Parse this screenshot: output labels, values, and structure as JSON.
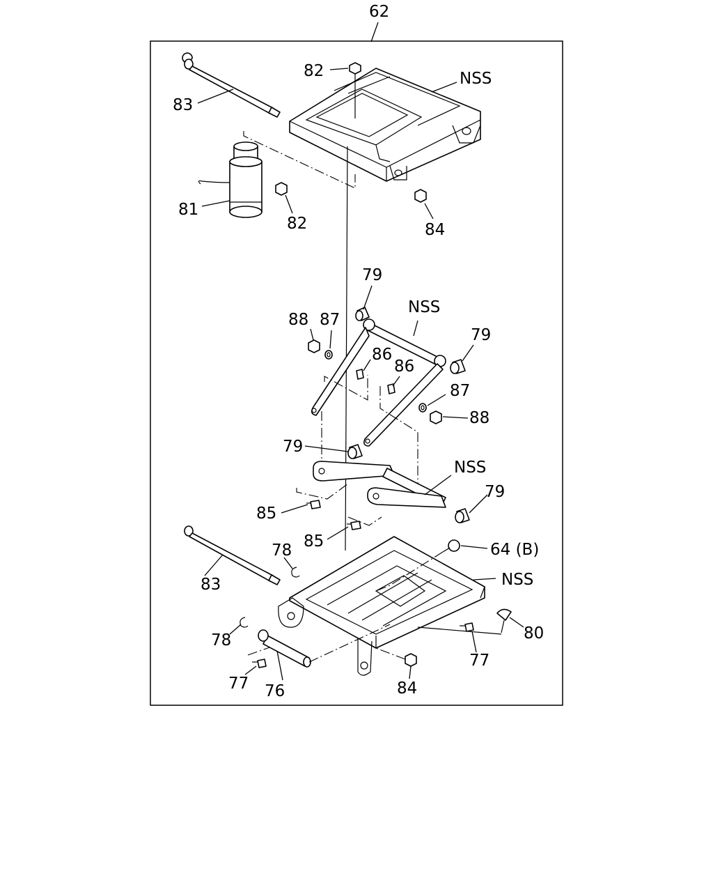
{
  "diagram": {
    "group_number": "62",
    "callouts": {
      "c83_top": "83",
      "c82_top": "82",
      "nss_top": "NSS",
      "c81": "81",
      "c82_mid": "82",
      "c84_top": "84",
      "c79_a": "79",
      "nss_upper_link": "NSS",
      "c88_left": "88",
      "c87_left": "87",
      "c86_left": "86",
      "c86_right": "86",
      "c79_b": "79",
      "c87_right": "87",
      "c88_right": "88",
      "c79_c": "79",
      "nss_lower_link": "NSS",
      "c79_d": "79",
      "c85_a": "85",
      "c85_b": "85",
      "c64b": "64 (B)",
      "c78_top": "78",
      "c83_bottom": "83",
      "nss_base": "NSS",
      "c80": "80",
      "c78_bottom": "78",
      "c77_right": "77",
      "c77_left": "77",
      "c76": "76",
      "c84_bottom": "84"
    }
  }
}
